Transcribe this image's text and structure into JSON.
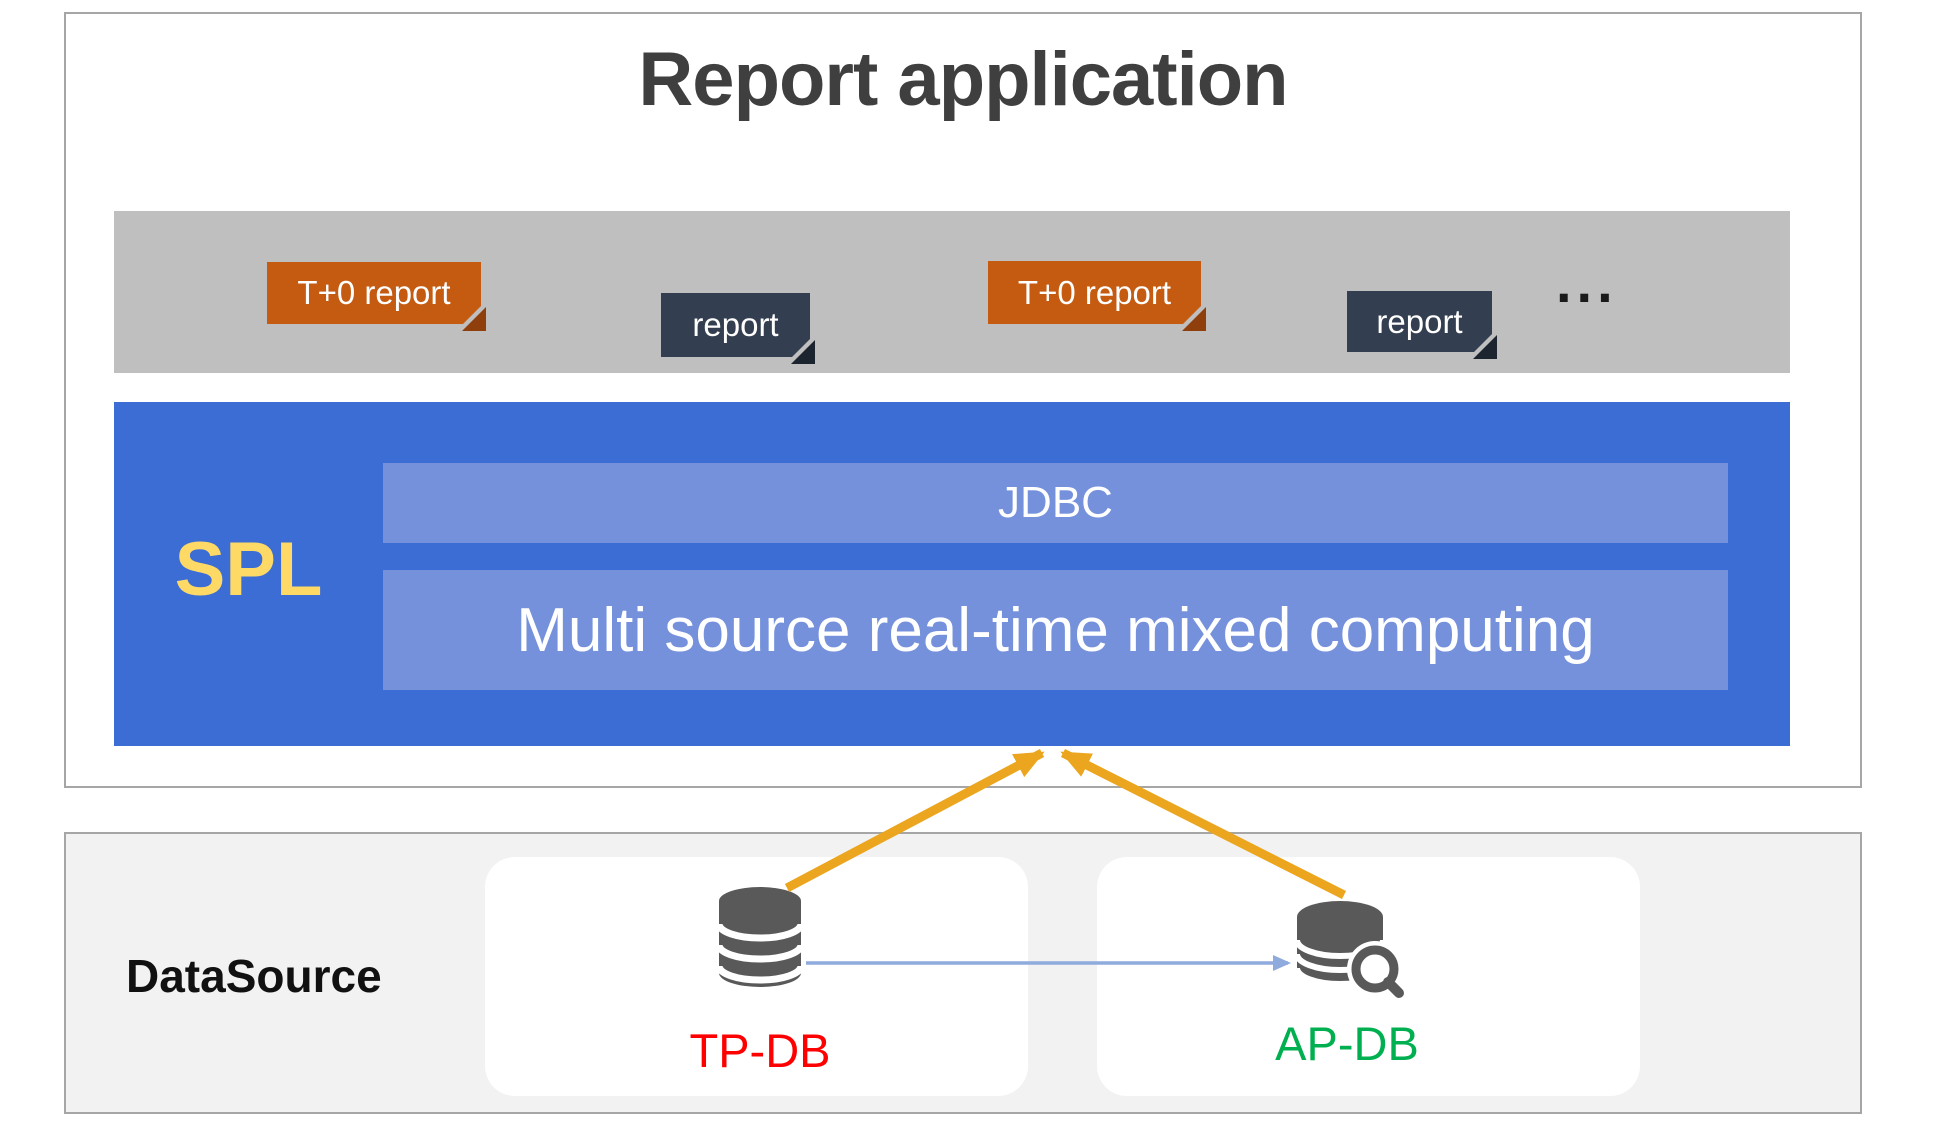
{
  "report_application": {
    "title": "Report application",
    "report_bar": {
      "badges": [
        {
          "label": "T+0 report",
          "style": "highlight-orange"
        },
        {
          "label": "report",
          "style": "dark"
        },
        {
          "label": "T+0 report",
          "style": "highlight-orange"
        },
        {
          "label": "report",
          "style": "dark"
        }
      ],
      "ellipsis": "..."
    },
    "spl": {
      "label": "SPL",
      "jdbc_bar": "JDBC",
      "computing_bar": "Multi source real-time mixed computing"
    }
  },
  "datasource": {
    "label": "DataSource",
    "sources": [
      {
        "name": "TP-DB",
        "icon": "database-icon",
        "name_color": "#FF0000"
      },
      {
        "name": "AP-DB",
        "icon": "database-search-icon",
        "name_color": "#00B050"
      }
    ],
    "connections": [
      {
        "from": "TP-DB",
        "to": "SPL",
        "style": "gold-arrow"
      },
      {
        "from": "AP-DB",
        "to": "SPL",
        "style": "gold-arrow"
      },
      {
        "from": "TP-DB",
        "to": "AP-DB",
        "style": "blue-arrow"
      }
    ]
  },
  "colors": {
    "title_text": "#3F3F3F",
    "report_bar_bg": "#BFBFBF",
    "t0_badge_bg": "#C55A11",
    "t0_badge_fold": "#8F3F0C",
    "report_badge_bg": "#333F50",
    "report_badge_fold": "#1C2430",
    "spl_box_bg": "#3B6DD4",
    "spl_text": "#FFD966",
    "inner_bar_bg": "#7591DC",
    "gold_arrow": "#EBA51E",
    "blue_arrow": "#8FAADC",
    "db_icon_gray": "#595959",
    "panel_border": "#A6A6A6",
    "datasource_bg": "#F2F2F2"
  }
}
